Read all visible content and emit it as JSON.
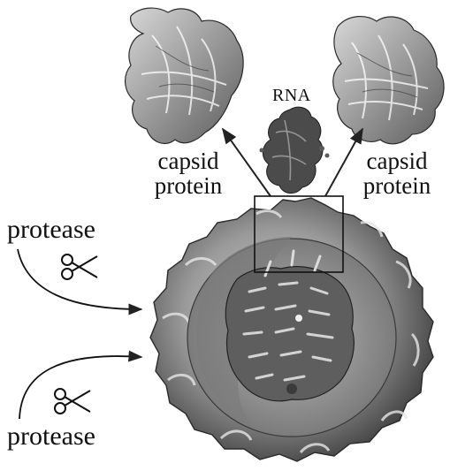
{
  "labels": {
    "rna": "RNA",
    "capsid_left_line1": "capsid",
    "capsid_left_line2": "protein",
    "capsid_right_line1": "capsid",
    "capsid_right_line2": "protein",
    "protease_top": "protease",
    "protease_bottom": "protease"
  },
  "icons": {
    "scissors_top": "scissors-icon",
    "scissors_bottom": "scissors-icon"
  },
  "colors": {
    "ink": "#111111",
    "shell_dark": "#4a4a4a",
    "shell_mid": "#8a8a8a",
    "shell_light": "#c8c8c8",
    "core": "#5a5a5a"
  }
}
